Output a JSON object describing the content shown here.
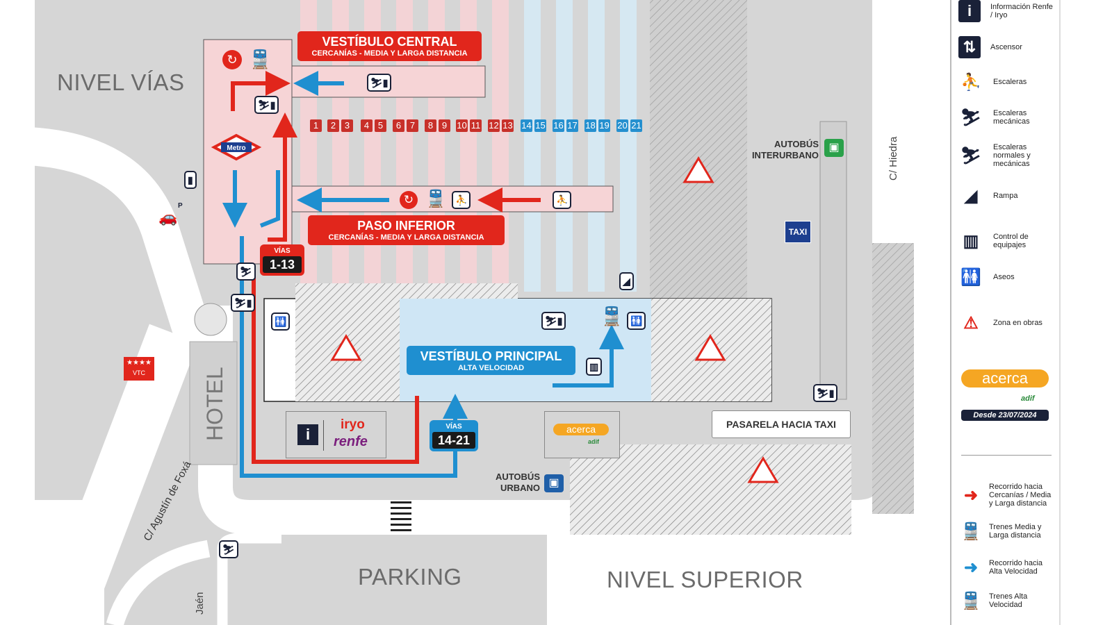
{
  "map": {
    "level_tracks": "NIVEL VÍAS",
    "level_upper": "NIVEL SUPERIOR",
    "parking": "PARKING",
    "hotel": "HOTEL",
    "street_agustin": "C/ Agustín de Foxá",
    "street_hiedra": "C/ Hiedra",
    "street_jaen": "Jaén",
    "vtc": "VTC",
    "metro": "Metro",
    "parking_sign": "P",
    "taxi": "TAXI",
    "bus_interurban": [
      "AUTOBÚS",
      "INTERURBANO"
    ],
    "bus_urban": [
      "AUTOBÚS",
      "URBANO"
    ],
    "pasarela": "PASARELA HACIA TAXI",
    "vestibulo_central": {
      "title": "VESTÍBULO CENTRAL",
      "subtitle": "CERCANÍAS - MEDIA Y LARGA DISTANCIA"
    },
    "paso_inferior": {
      "title": "PASO INFERIOR",
      "subtitle": "CERCANÍAS - MEDIA Y LARGA DISTANCIA"
    },
    "vestibulo_principal": {
      "title": "VESTÍBULO PRINCIPAL",
      "subtitle": "ALTA VELOCIDAD"
    },
    "vias_1_13": {
      "label": "VÍAS",
      "range": "1-13"
    },
    "vias_14_21": {
      "label": "VÍAS",
      "range": "14-21"
    },
    "info_brands": [
      "iryo",
      "renfe"
    ],
    "acerca_logo": "acerca",
    "adif_logo": "adif",
    "tracks": [
      "1",
      "2",
      "3",
      "4",
      "5",
      "6",
      "7",
      "8",
      "9",
      "10",
      "11",
      "12",
      "13",
      "14",
      "15",
      "16",
      "17",
      "18",
      "19",
      "20",
      "21"
    ],
    "track_colors": {
      "cercanias": "#c8302a",
      "alta_velocidad": "#2590cf"
    }
  },
  "legend": {
    "items": [
      {
        "icon": "info-icon",
        "label": "Información Renfe / Iryo"
      },
      {
        "icon": "elevator-icon",
        "label": "Ascensor"
      },
      {
        "icon": "stairs-icon",
        "label": "Escaleras"
      },
      {
        "icon": "escalator-icon",
        "label": "Escaleras mecánicas"
      },
      {
        "icon": "stairs-escalator-icon",
        "label": "Escaleras normales y mecánicas"
      },
      {
        "icon": "ramp-icon",
        "label": "Rampa"
      },
      {
        "icon": "luggage-control-icon",
        "label": "Control de equipajes"
      },
      {
        "icon": "toilets-icon",
        "label": "Aseos"
      },
      {
        "icon": "construction-icon",
        "label": "Zona en obras"
      }
    ],
    "acerca": "acerca",
    "adif": "adif",
    "date": "Desde 23/07/2024",
    "routes": [
      {
        "icon": "red-arrow-icon",
        "label": "Recorrido hacia Cercanías / Media y Larga distancia"
      },
      {
        "icon": "train-icon",
        "label": "Trenes Media y Larga distancia"
      },
      {
        "icon": "blue-arrow-icon",
        "label": "Recorrido hacia Alta Velocidad"
      },
      {
        "icon": "train-av-icon",
        "label": "Trenes Alta Velocidad"
      }
    ],
    "colors": {
      "red": "#e1261c",
      "blue": "#1f8fd0",
      "navy": "#1a2138",
      "acerca": "#f5a623"
    }
  }
}
